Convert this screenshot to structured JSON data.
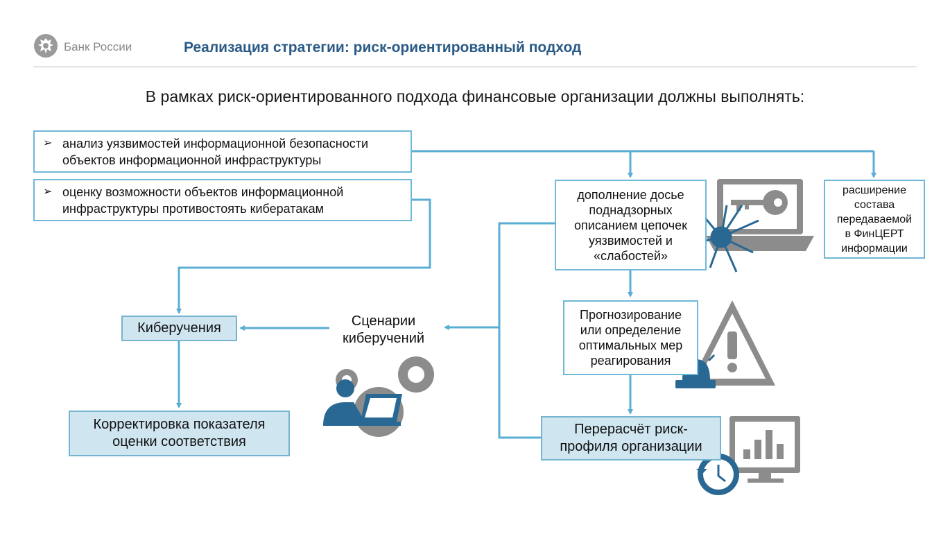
{
  "header": {
    "logo_text": "Банк России",
    "title": "Реализация стратегии: риск-ориентированный подход"
  },
  "subtitle": "В рамках риск-ориентированного подхода финансовые организации должны выполнять:",
  "inputs": {
    "item1": {
      "marker": "➢",
      "line1": "анализ уязвимостей информационной безопасности",
      "line2": "объектов информационной инфраструктуры"
    },
    "item2": {
      "marker": "➢",
      "line1": "оценку возможности объектов информационной",
      "line2": "инфраструктуры противостоять кибератакам"
    }
  },
  "nodes": {
    "cyber_exercises": "Киберучения",
    "correction": {
      "line1": "Корректировка показателя",
      "line2": "оценки соответствия"
    },
    "scenarios": {
      "line1": "Сценарии",
      "line2": "киберучений"
    },
    "dossier": {
      "line1": "дополнение досье",
      "line2": "поднадзорных",
      "line3": "описанием цепочек",
      "line4": "уязвимостей и",
      "line5": "«слабостей»"
    },
    "fincert": {
      "line1": "расширение",
      "line2": "состава",
      "line3": "передаваемой",
      "line4": "в ФинЦЕРТ",
      "line5": "информации"
    },
    "forecast": {
      "line1": "Прогнозирование",
      "line2": "или определение",
      "line3": "оптимальных мер",
      "line4": "реагирования"
    },
    "recalc": {
      "line1": "Перерасчёт риск-",
      "line2": "профиля организации"
    }
  },
  "colors": {
    "connector": "#5aaed3",
    "title": "#2a5a86",
    "icon_gray": "#8c8c8c",
    "icon_blue": "#2a6894",
    "box_fill": "#cfe5f0"
  },
  "icons": [
    "bank-emblem-icon",
    "laptop-key-icon",
    "glass-crack-icon",
    "worker-gears-icon",
    "warning-triangle-icon",
    "siren-icon",
    "monitor-chart-icon",
    "clock-history-icon"
  ]
}
